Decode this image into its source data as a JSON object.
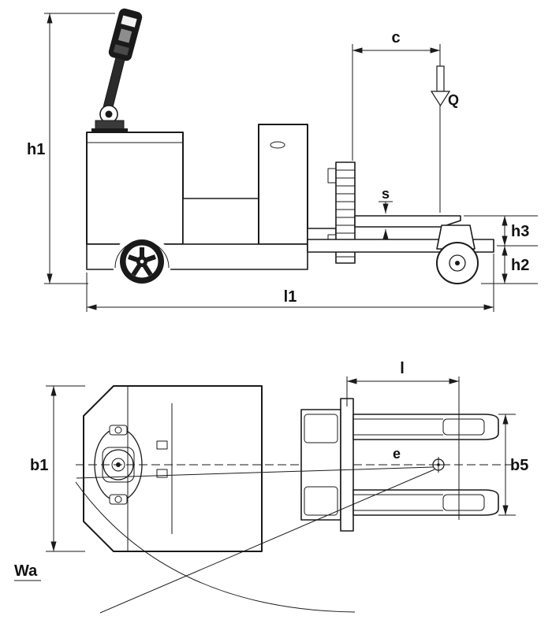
{
  "palette": {
    "ink": "#1a1a1a",
    "background": "#ffffff"
  },
  "side_view": {
    "labels": {
      "h1": "h1",
      "c": "c",
      "q": "Q",
      "s": "s",
      "h3": "h3",
      "h2": "h2",
      "l1": "l1"
    }
  },
  "top_view": {
    "labels": {
      "b1": "b1",
      "l": "l",
      "e": "e",
      "b5": "b5",
      "wa": "Wa"
    }
  }
}
